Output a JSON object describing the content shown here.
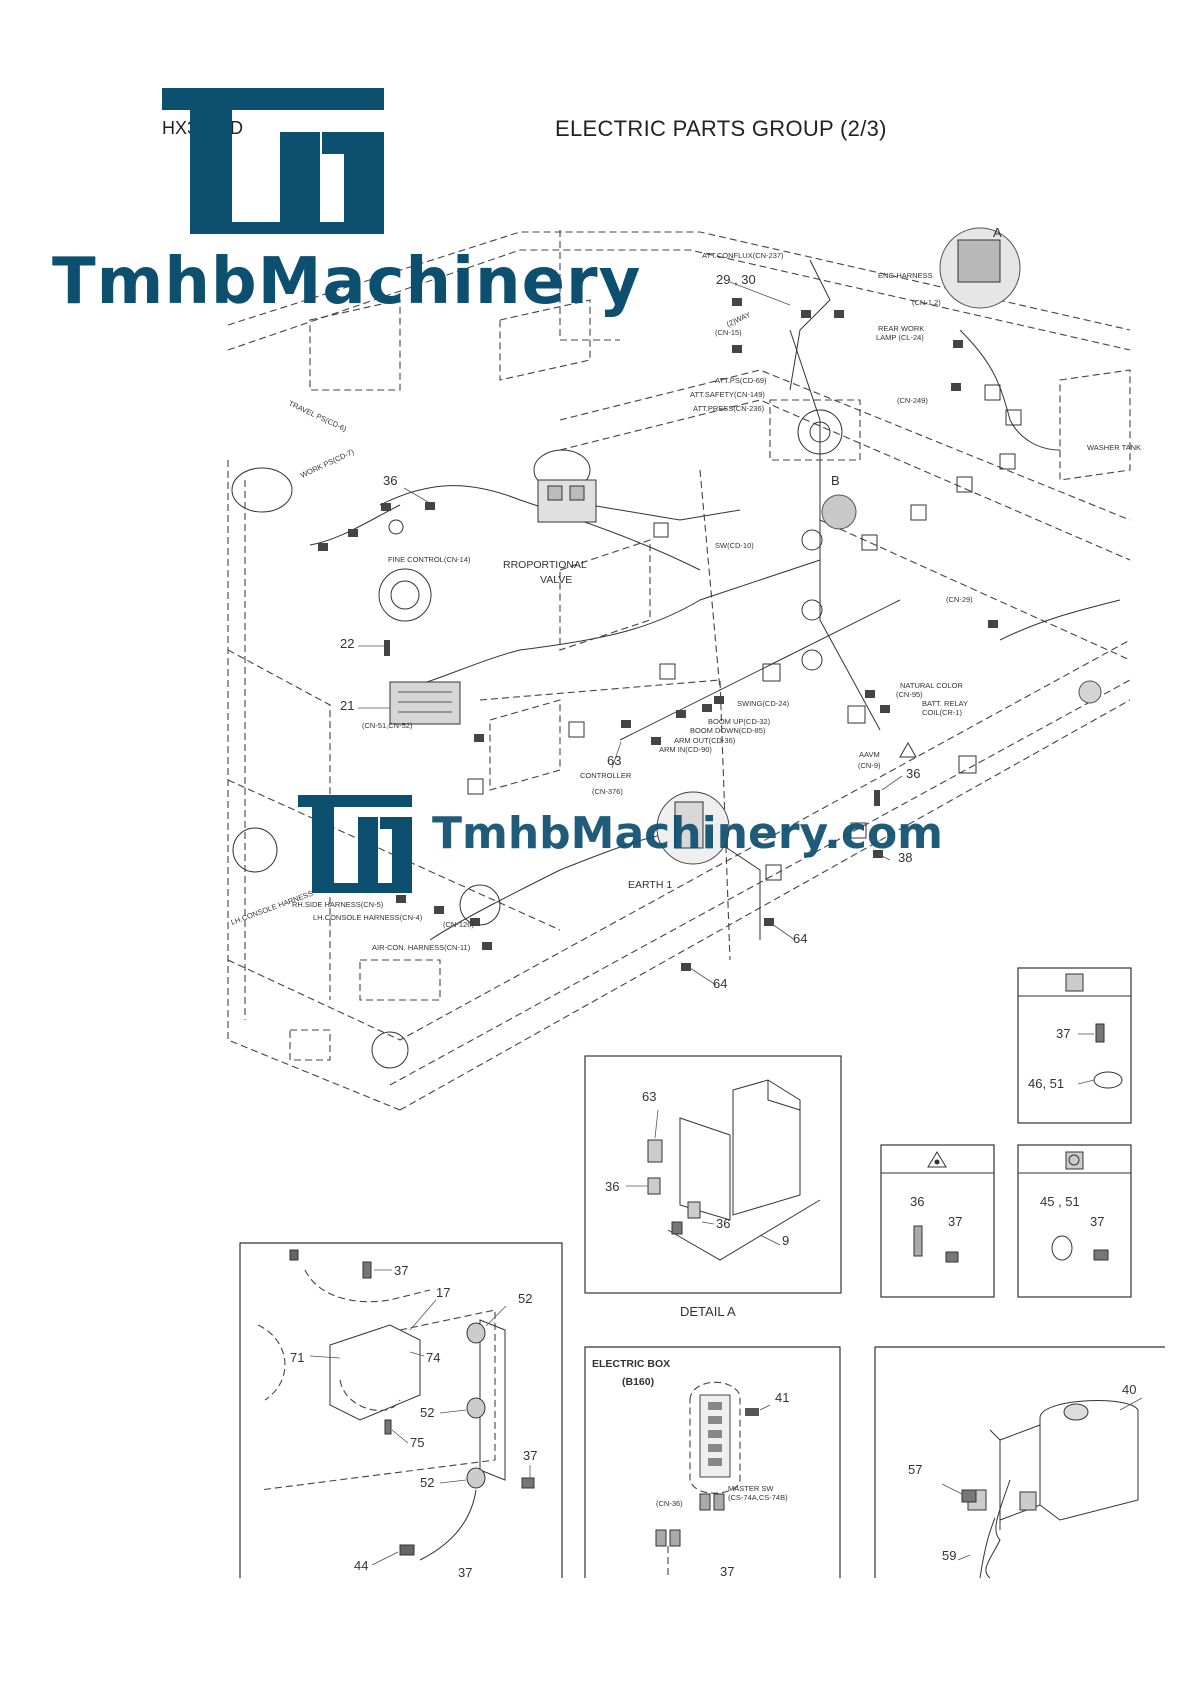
{
  "header": {
    "model": "HX340HD",
    "title": "ELECTRIC PARTS GROUP (2/3)"
  },
  "branding": {
    "logo_text": "TmhbMachinery",
    "watermark": "TmhbMachinery.com",
    "color": "#0d4f6e"
  },
  "main_labels": {
    "rroportional_valve_1": "RROPORTIONAL",
    "rroportional_valve_2": "VALVE",
    "earth1": "EARTH 1",
    "point_b": "B",
    "point_a": "A",
    "att_conflux": "ATT.CONFLUX(CN-237)",
    "eng_harness": "ENG HARNESS",
    "cn12": "(CN-1,2)",
    "rear_work_lamp_1": "REAR WORK",
    "rear_work_lamp_2": "LAMP (CL-24)",
    "cn249": "(CN-249)",
    "way": "(2)WAY",
    "cn15": "(CN-15)",
    "att_ps": "ATT.PS(CD-69)",
    "att_safety": "ATT.SAFETY(CN-149)",
    "att_press": "ATT.PRESS(CN-236)",
    "washer_tank": "WASHER TANK",
    "travel_ps": "TRAVEL PS(CD-6)",
    "work_ps": "WORK PS(CD-7)",
    "fine_control": "FINE CONTROL(CN-14)",
    "swing": "SW(CD-10)",
    "cn29": "(CN-29)",
    "cn51_52": "(CN-51,CN-52)",
    "swing_cd24": "SWING(CD-24)",
    "boom_up": "BOOM UP(CD-32)",
    "boom_down": "BOOM DOWN(CD-85)",
    "arm_out": "ARM OUT(CD-36)",
    "arm_in": "ARM IN(CD-90)",
    "natural_color": "NATURAL COLOR",
    "cn95": "(CN-95)",
    "batt_relay_1": "BATT. RELAY",
    "batt_relay_2": "COIL(CR-1)",
    "aavm": "AAVM",
    "cn9": "(CN-9)",
    "controller": "CONTROLLER",
    "cn376": "(CN-376)",
    "rh_side": "RH.SIDE HARNESS(CN-5)",
    "lh_console": "LH.CONSOLE HARNESS(CN-4)",
    "cn126": "(CN-126)",
    "air_con": "AIR-CON. HARNESS(CN-11)",
    "lh_console_side": "LH.CONSOLE HARNESS"
  },
  "callouts": {
    "n29_30": "29 , 30",
    "n36a": "36",
    "n22": "22",
    "n21": "21",
    "n63": "63",
    "n36b": "36",
    "n38": "38",
    "n64a": "64",
    "n64b": "64"
  },
  "detail_a": {
    "caption": "DETAIL A",
    "n63": "63",
    "n36a": "36",
    "n36b": "36",
    "n9": "9"
  },
  "legend_square": {
    "n37": "37",
    "n46_51": "46,  51"
  },
  "legend_triangle": {
    "n36": "36",
    "n37": "37"
  },
  "legend_circle": {
    "n45_51": "45 , 51",
    "n37": "37"
  },
  "detail_bottom_left": {
    "n37a": "37",
    "n17": "17",
    "n52a": "52",
    "n71": "71",
    "n74": "74",
    "n52b": "52",
    "n75": "75",
    "n37b": "37",
    "n52c": "52",
    "n44": "44",
    "n37c": "37"
  },
  "electric_box": {
    "title": "ELECTRIC BOX",
    "model": "(B160)",
    "n41": "41",
    "master_sw_1": "MASTER SW",
    "master_sw_2": "(CS-74A,CS-74B)",
    "cn36": "(CN-36)",
    "n37": "37"
  },
  "washer_detail": {
    "n40": "40",
    "n57": "57",
    "n59": "59"
  }
}
